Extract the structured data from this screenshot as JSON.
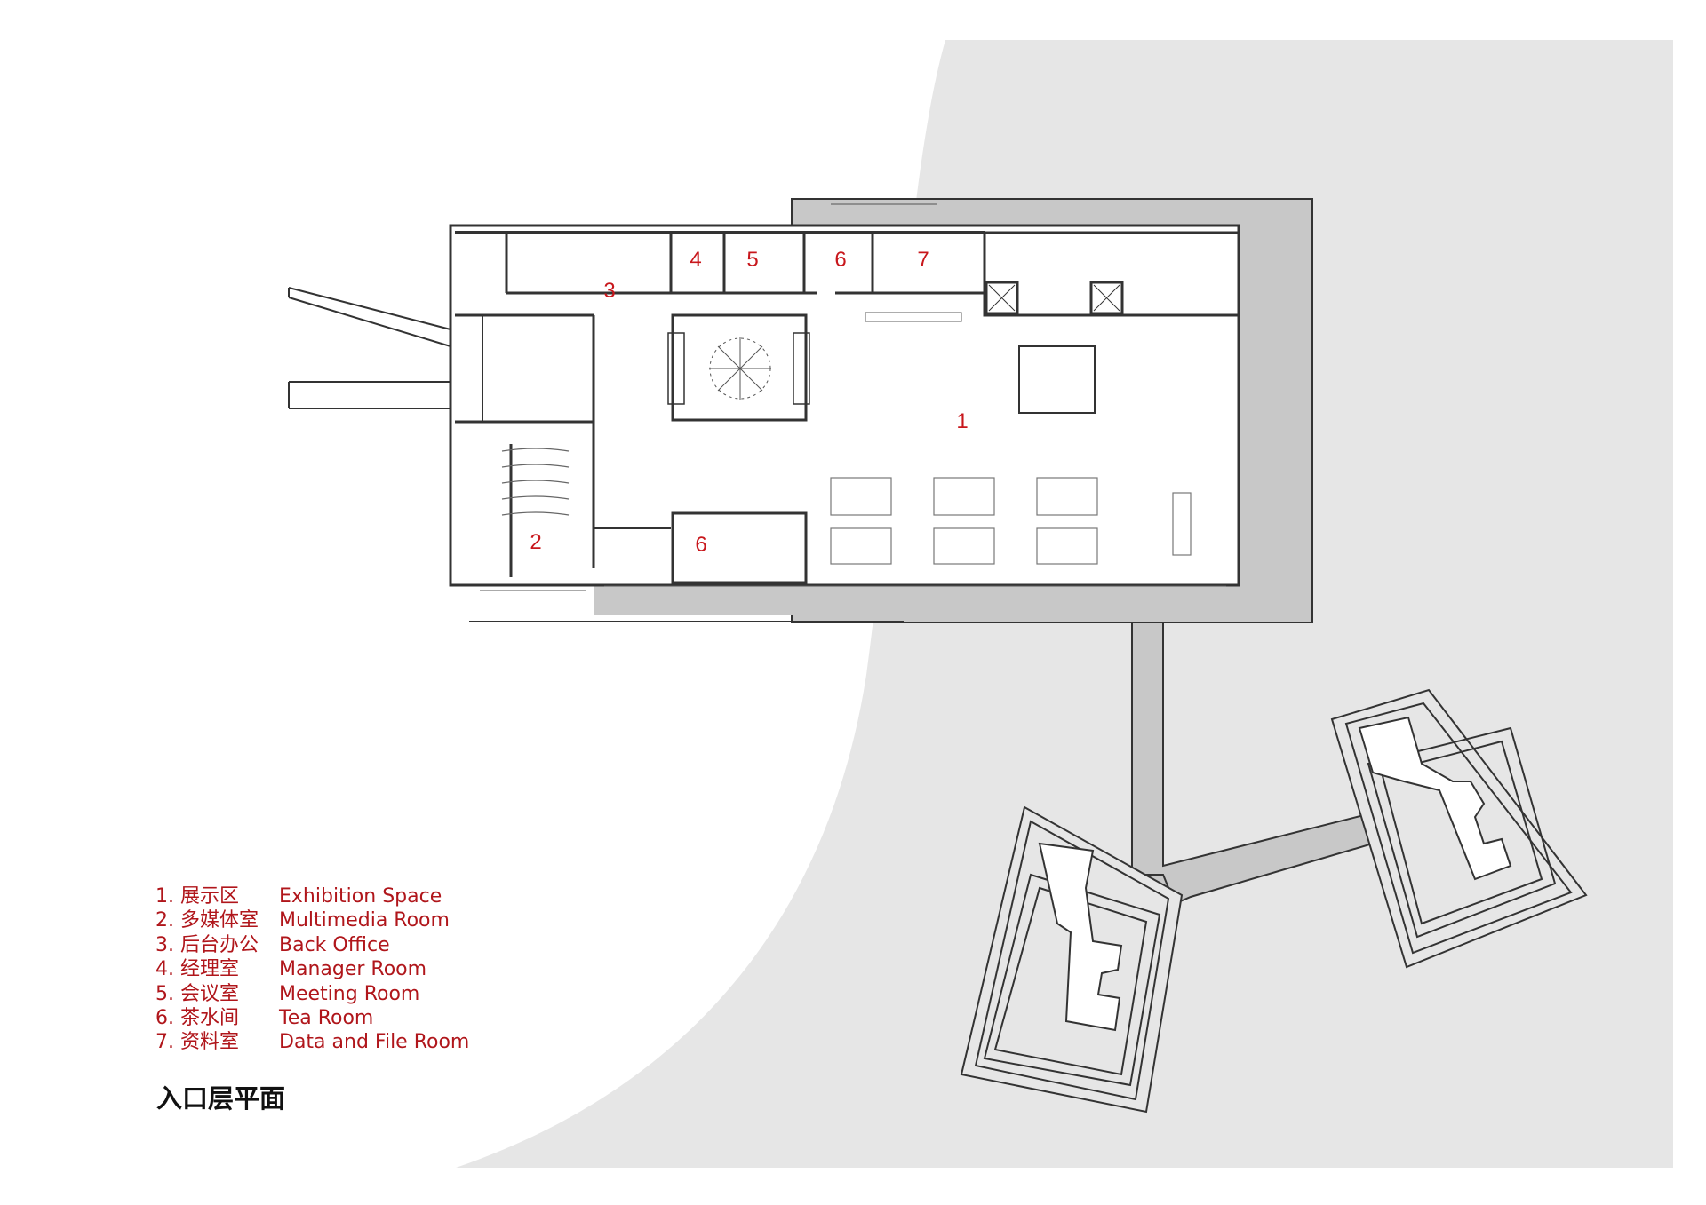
{
  "title": "入口层平面",
  "room_labels": {
    "r1": "1",
    "r2": "2",
    "r3": "3",
    "r4": "4",
    "r5": "5",
    "r6a": "6",
    "r6b": "6",
    "r7": "7"
  },
  "legend": [
    {
      "cn": "1. 展示区",
      "en": "Exhibition Space"
    },
    {
      "cn": "2. 多媒体室",
      "en": "Multimedia Room"
    },
    {
      "cn": "3. 后台办公",
      "en": "Back Office"
    },
    {
      "cn": "4. 经理室",
      "en": "Manager Room"
    },
    {
      "cn": "5. 会议室",
      "en": "Meeting Room"
    },
    {
      "cn": "6. 茶水间",
      "en": "Tea Room"
    },
    {
      "cn": "7. 资料室",
      "en": "Data and File Room"
    }
  ],
  "colors": {
    "label": "#c8171c",
    "ground": "#e6e6e6",
    "terrace": "#c8c8c8",
    "wall": "#333333"
  }
}
